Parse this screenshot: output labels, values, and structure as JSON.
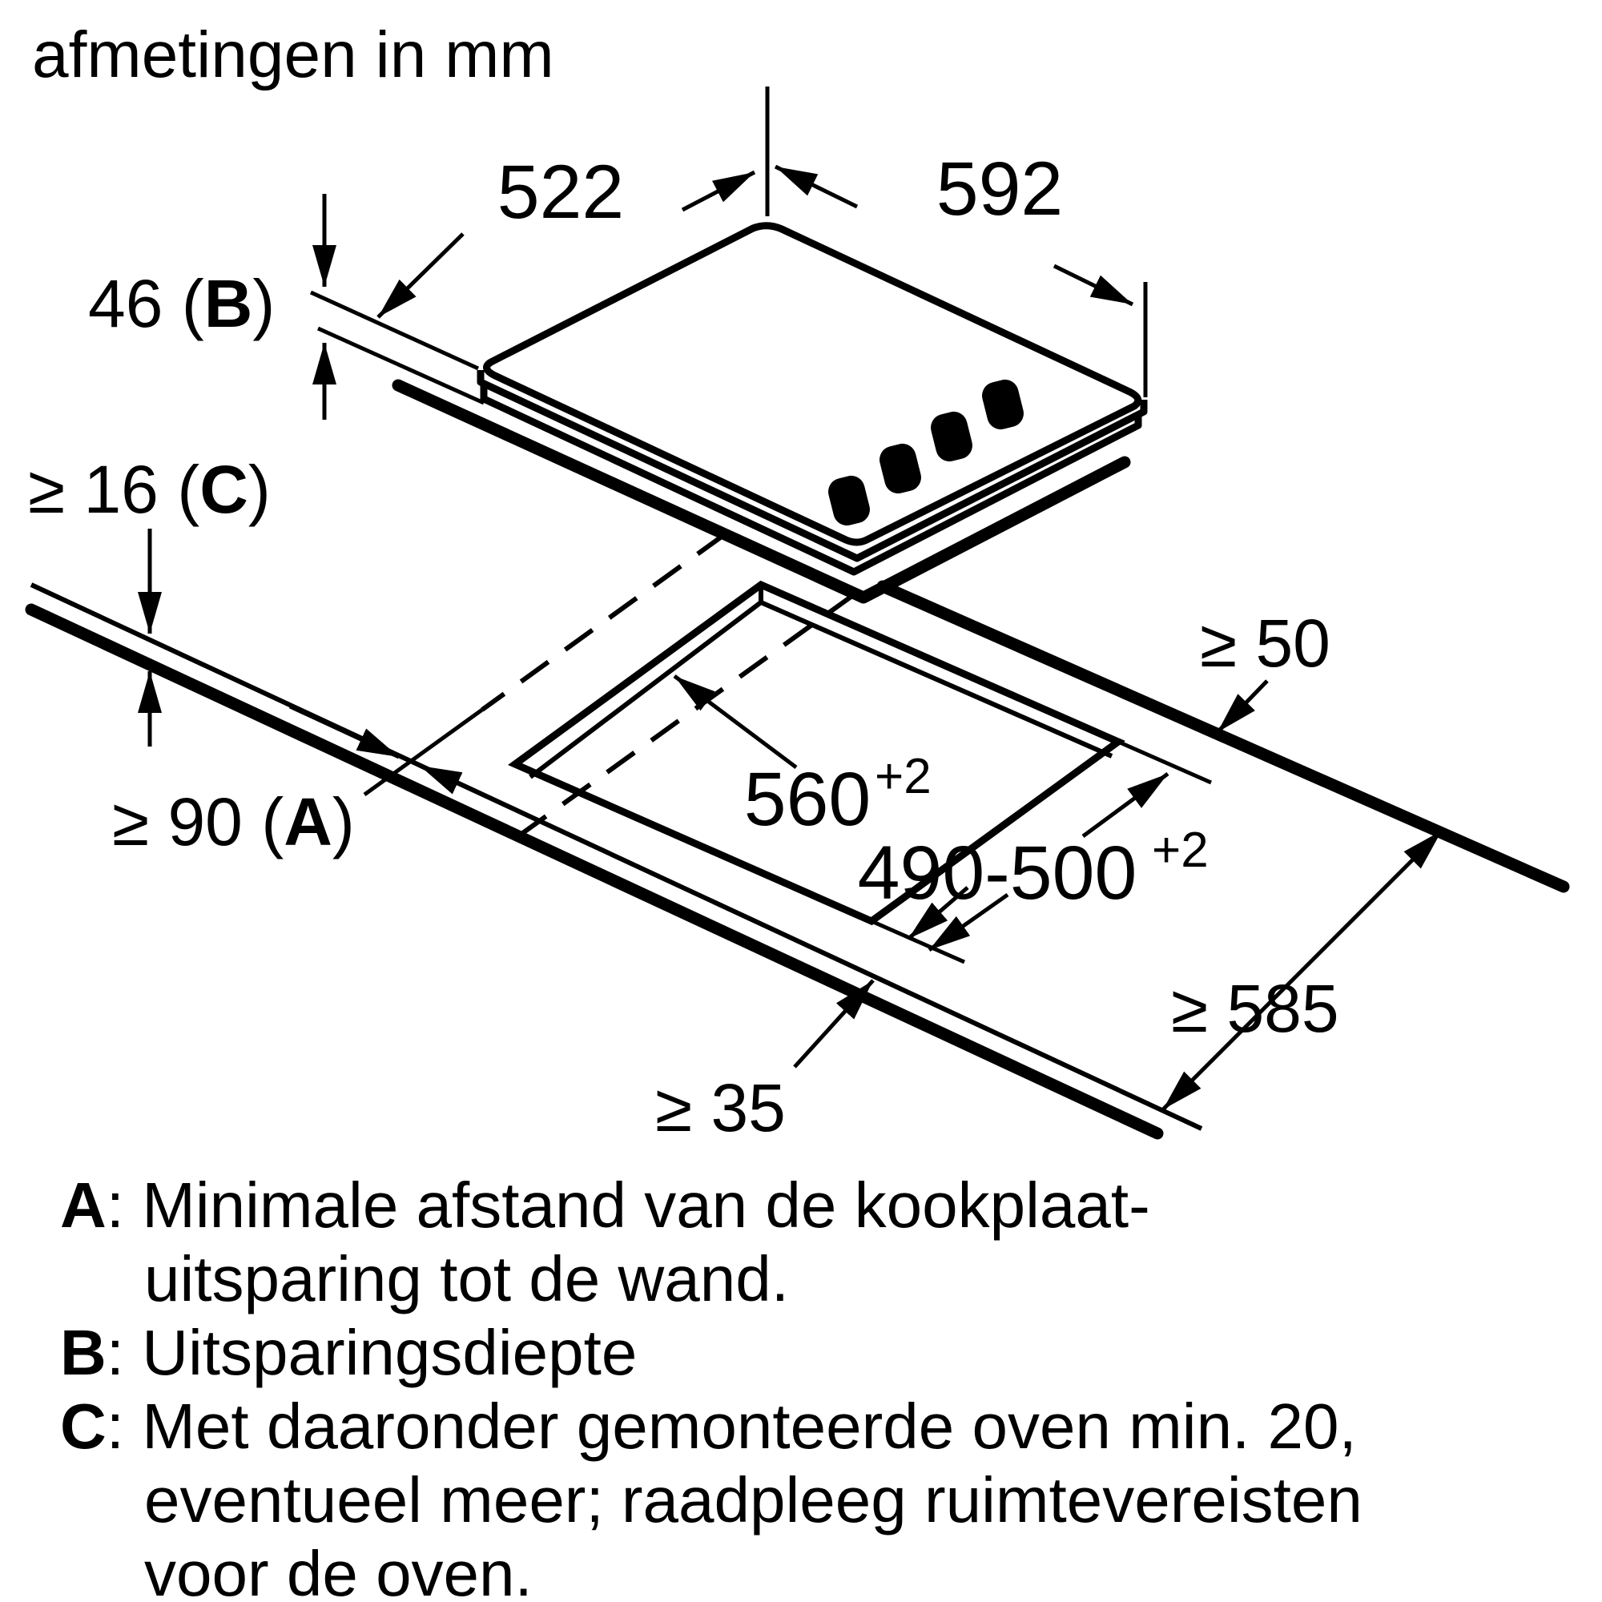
{
  "title": "afmetingen in mm",
  "colors": {
    "line": "#000000",
    "background": "#ffffff"
  },
  "diagram": {
    "type": "hob-installation-drawing",
    "unit": "mm",
    "dimensions": {
      "cooktop_depth": "522",
      "cooktop_width": "592",
      "cooktop_height": {
        "pre": "46 (",
        "ref": "B",
        "post": ")"
      },
      "worktop_thickness": {
        "pre": "≥ 16 (",
        "ref": "C",
        "post": ")"
      },
      "cutout_width": {
        "main": "560",
        "sup": "+2"
      },
      "cutout_depth": {
        "main": "490-500",
        "sup": "+2"
      },
      "clearance_rear": "≥ 50",
      "clearance_wall": {
        "pre": "≥ 90 (",
        "ref": "A",
        "post": ")"
      },
      "clearance_front": "≥ 35",
      "worktop_depth": "≥ 585"
    },
    "legend_rows": [
      {
        "bold": "A",
        "rest": ": Minimale afstand van de kookplaat-"
      },
      {
        "bold": "",
        "rest": "uitsparing tot de wand."
      },
      {
        "bold": "B",
        "rest": ": Uitsparingsdiepte"
      },
      {
        "bold": "C",
        "rest": ": Met daaronder gemonteerde oven min. 20,"
      },
      {
        "bold": "",
        "rest": "eventueel meer; raadpleeg ruimtevereisten"
      },
      {
        "bold": "",
        "rest": "voor de oven."
      }
    ]
  }
}
